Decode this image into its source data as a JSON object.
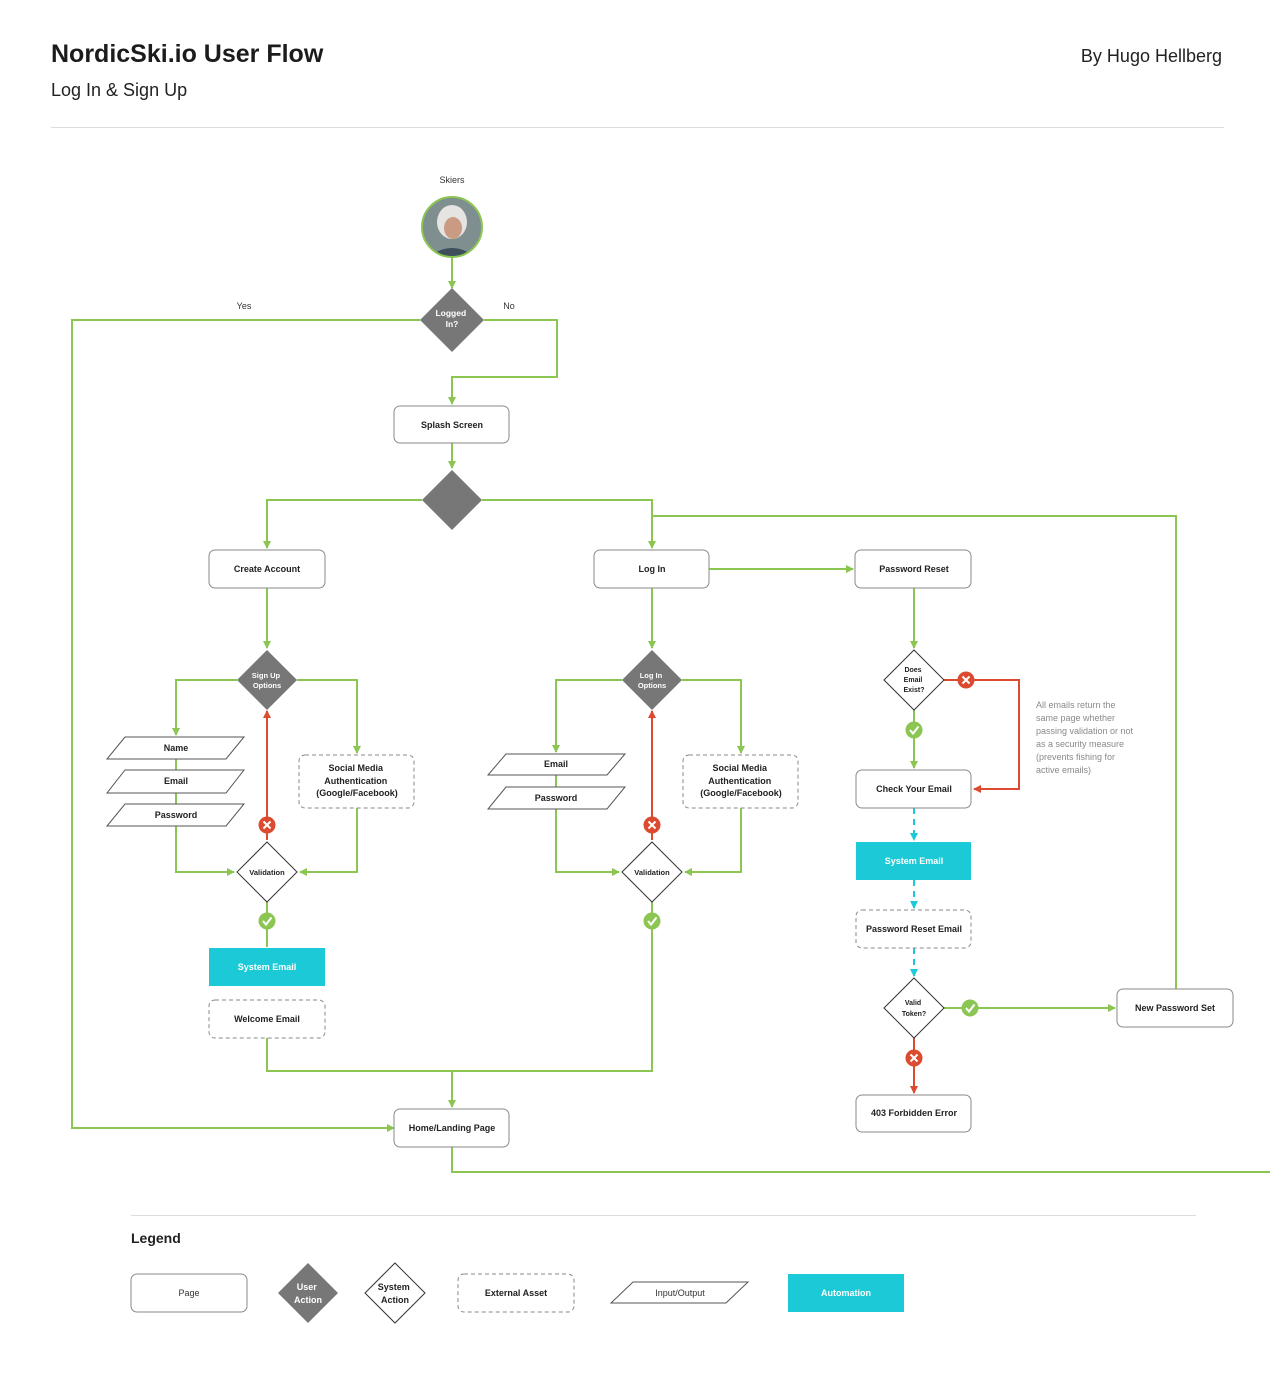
{
  "header": {
    "title": "NordicSki.io User Flow",
    "subtitle": "Log In & Sign Up",
    "author": "By Hugo Hellberg"
  },
  "flow": {
    "actor_label": "Skiers",
    "logged_in_decision": [
      "Logged",
      "In?"
    ],
    "yes_label": "Yes",
    "no_label": "No",
    "splash_screen": "Splash Screen",
    "create_account": "Create Account",
    "log_in": "Log In",
    "password_reset": "Password Reset",
    "sign_up_options": [
      "Sign Up",
      "Options"
    ],
    "log_in_options": [
      "Log In",
      "Options"
    ],
    "signup_inputs": [
      "Name",
      "Email",
      "Password"
    ],
    "login_inputs": [
      "Email",
      "Password"
    ],
    "social_auth": [
      "Social Media",
      "Authentication",
      "(Google/Facebook)"
    ],
    "validation": "Validation",
    "system_email": "System Email",
    "welcome_email": "Welcome Email",
    "does_email_exist": [
      "Does",
      "Email",
      "Exist?"
    ],
    "security_note": [
      "All emails return the",
      "same page whether",
      "passing validation or not",
      "as a security measure",
      "(prevents fishing for",
      "active emails)"
    ],
    "check_your_email": "Check Your Email",
    "password_reset_email": "Password Reset Email",
    "valid_token": [
      "Valid",
      "Token?"
    ],
    "new_password_set": "New Password Set",
    "forbidden_error": "403 Forbidden Error",
    "home_landing": "Home/Landing Page"
  },
  "legend": {
    "title": "Legend",
    "page": "Page",
    "user_action": [
      "User",
      "Action"
    ],
    "system_action": [
      "System",
      "Action"
    ],
    "external_asset": "External Asset",
    "input_output": "Input/Output",
    "automation": "Automation"
  },
  "colors": {
    "flow_line": "#8cc652",
    "error_line": "#dc4b2f",
    "automation": "#1bcad6",
    "user_action_fill": "#777777",
    "node_border": "#8a8a8a",
    "ok_icon": "#8cc652",
    "error_icon": "#dc4b2f"
  },
  "icons": {
    "ok": "check-circle-icon",
    "error": "x-circle-icon",
    "actor": "skier-avatar"
  }
}
